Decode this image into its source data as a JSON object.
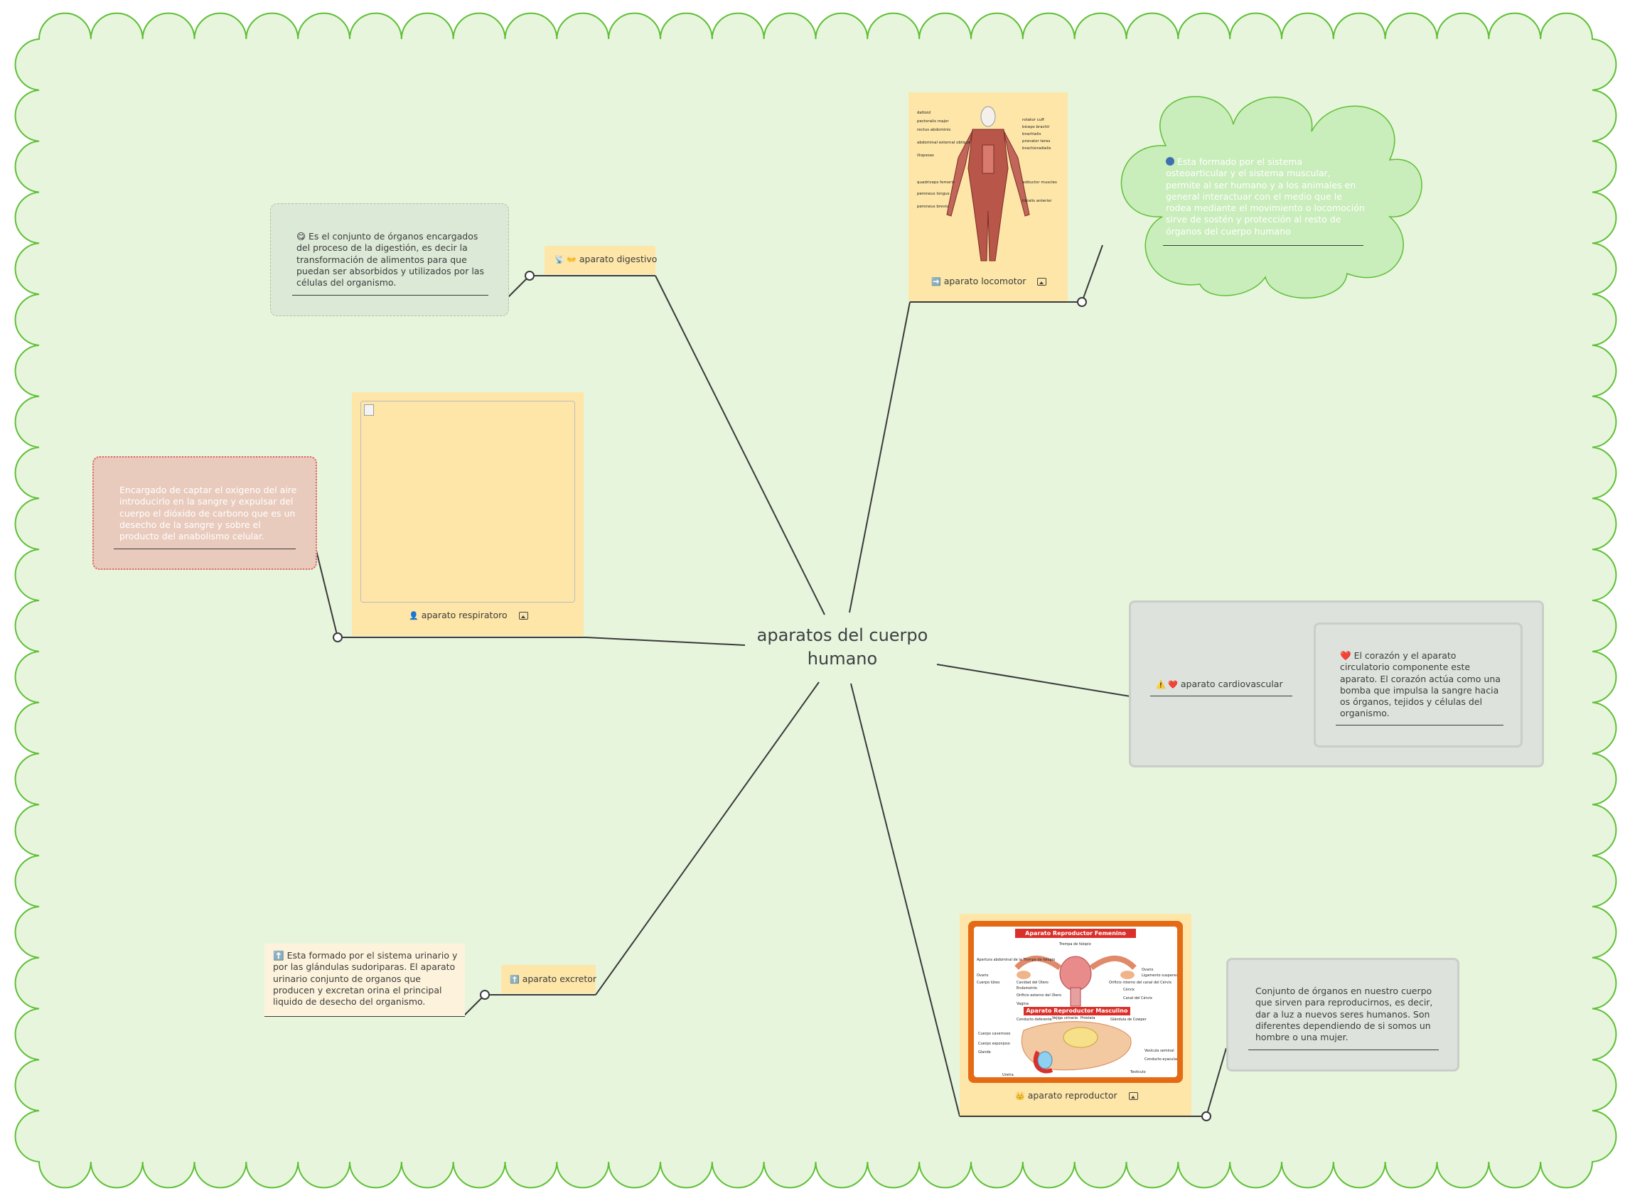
{
  "central": {
    "title": "aparatos del cuerpo humano"
  },
  "colors": {
    "background_fill": "#e7f5dd",
    "background_border": "#5ec035",
    "line": "#3a3a3a",
    "topic_fill": "#fde6a8",
    "note_green": "#dbe9d6",
    "note_red": "#e9cbbd",
    "note_cream": "#fdf3dc",
    "note_grey": "#dde3dc",
    "cloud_fill": "#c9edbb"
  },
  "topics": {
    "digestivo": {
      "label": "aparato digestivo",
      "icons": "📡 👐"
    },
    "locomotor": {
      "label": "aparato locomotor",
      "icon": "➡️"
    },
    "respiratorio": {
      "label": "aparato respiratoro",
      "icon": "👤"
    },
    "cardiovascular": {
      "label": "aparato cardiovascular",
      "icons": "⚠️ ❤️"
    },
    "excretor": {
      "label": "aparato excretor",
      "icon": "⬆️"
    },
    "reproductor": {
      "label": "aparato reproductor",
      "icon": "👑"
    }
  },
  "notes": {
    "digestivo": {
      "icon": "😋",
      "text": "Es el conjunto de órganos encargados del proceso de la digestión, es decir la transformación de alimentos para que puedan ser absorbidos y utilizados por las células del organismo."
    },
    "locomotor": {
      "text": "Esta formado por el sistema osteoarticular y el sistema muscular, permite al ser humano y a los animales en general interactuar con el medio que le rodea mediante el movimiento o locomoción sirve de sostén y protección al resto de órganos del cuerpo humano"
    },
    "respiratorio": {
      "text": "Encargado de captar el oxigeno del aire introducirlo en la sangre y expulsar del cuerpo el dióxido de carbono que es un desecho de la sangre y sobre el producto del anabolismo celular."
    },
    "cardiovascular": {
      "icon": "❤️",
      "text": "El corazón y el aparato circulatorio componente este aparato. El corazón actúa como una bomba que impulsa la sangre hacia os órganos, tejidos y células del organismo."
    },
    "excretor": {
      "icon": "⬆️",
      "text": "Esta formado por el sistema urinario y por las glándulas sudoriparas. El aparato urinario conjunto de organos que producen y excretan orina el principal liquido de desecho del organismo."
    },
    "reproductor": {
      "text": "Conjunto de órganos en nuestro cuerpo que sirven para reproducirnos, es decir, dar a luz a nuevos seres humanos. Son diferentes dependiendo de si somos un hombre o una mujer."
    }
  },
  "images": {
    "muscles_labels": [
      "deltoid",
      "pectoralis major",
      "rectus abdominis",
      "abdominal external oblique",
      "iliopsoas",
      "quadriceps femoris",
      "peroneus longus",
      "peroneus brevis",
      "rotator cuff",
      "biceps brachii",
      "brachialis",
      "pronator teres",
      "brachioradialis",
      "adductor muscles",
      "tibialis anterior"
    ],
    "repro": {
      "female_title": "Aparato Reproductor Femenino",
      "male_title": "Aparato Reproductor Masculino",
      "female_labels": [
        "Trompa de falopio",
        "Apertura abdominal de la Trompa de falopio",
        "Ovario",
        "Cuerpo lúteo",
        "Cavidad del Útero",
        "Endometrio",
        "Orificio externo del Útero",
        "Vagina",
        "Ovario",
        "Ligamento suspensorio del Ovario",
        "Orificio interno del canal del Cérvix",
        "Cérvix",
        "Canal del Cérvix"
      ],
      "male_labels": [
        "Conducto deferente",
        "Vejiga urinaria",
        "Próstata",
        "Glándula de Cowper",
        "Cuerpo cavernoso",
        "Cuerpo esponjoso",
        "Glande",
        "Uretra",
        "Vesícula seminal",
        "Conducto eyaculador",
        "Testículo"
      ]
    }
  }
}
